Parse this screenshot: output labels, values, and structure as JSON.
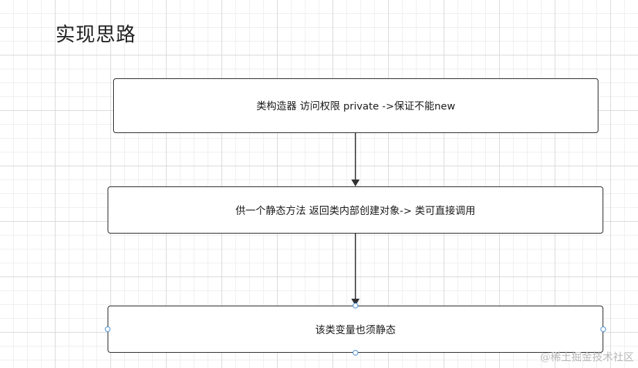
{
  "diagram": {
    "title": "实现思路",
    "steps": [
      {
        "label": "类构造器 访问权限 private ->保证不能new"
      },
      {
        "label": "供一个静态方法 返回类内部创建对象-> 类可直接调用"
      },
      {
        "label": "该类变量也须静态"
      }
    ],
    "connector_color": "#333333"
  },
  "watermark": "@稀土掘金技术社区"
}
